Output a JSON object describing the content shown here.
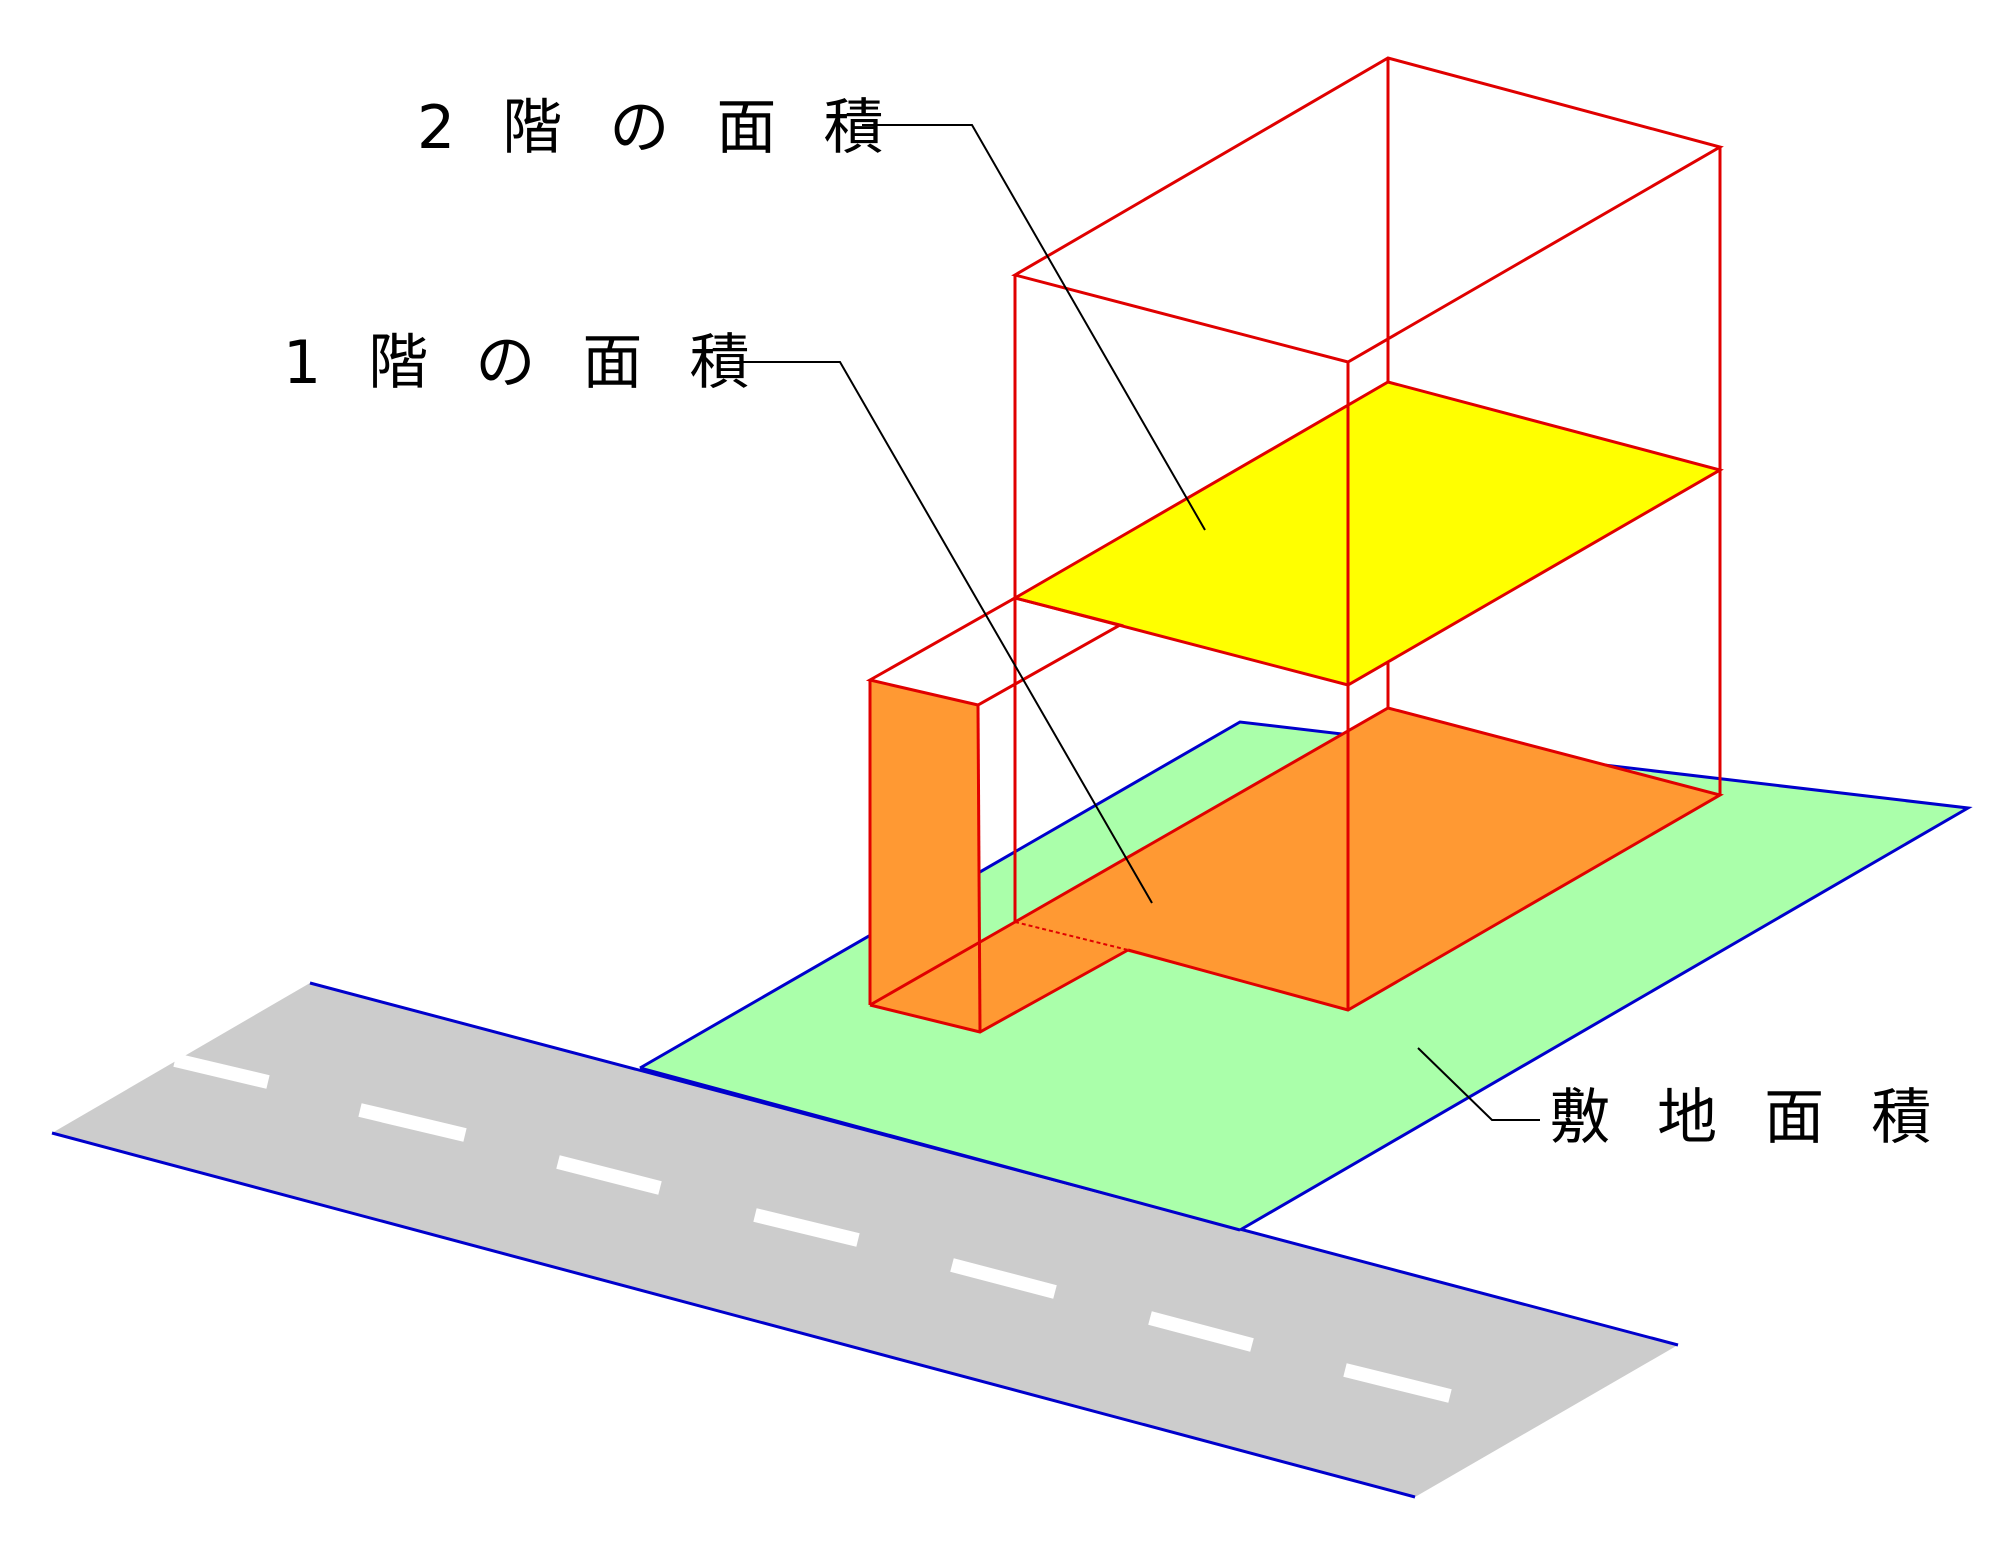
{
  "labels": {
    "floor2_area": "2 階 の 面 積",
    "floor1_area": "1 階 の 面 積",
    "site_area": "敷 地 面 積"
  },
  "colors": {
    "road": "#cccccc",
    "road_edge": "#0000cc",
    "road_dash": "#ffffff",
    "site_fill": "#aaffaa",
    "site_edge": "#0000cc",
    "floor1_fill": "#ff9933",
    "floor2_fill": "#ffff00",
    "building_edge": "#e00000",
    "leader_line": "#000000"
  }
}
